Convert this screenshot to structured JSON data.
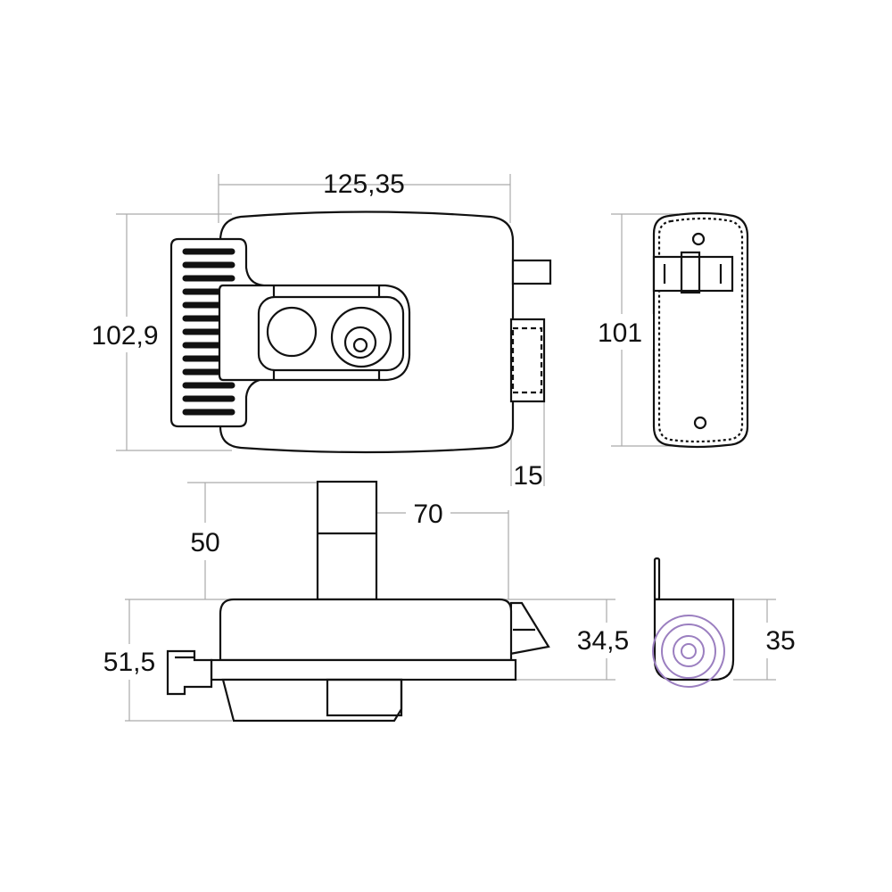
{
  "dimensions": {
    "front_width": "125,35",
    "front_height": "102,9",
    "bolt_depth": "15",
    "side_height": "101",
    "post_height": "50",
    "post_offset": "70",
    "body_depth": "34,5",
    "total_depth": "51,5",
    "bracket_height": "35"
  },
  "colors": {
    "line": "#111111",
    "dimension": "#aaaaaa",
    "accent": "#9b7fc0"
  }
}
